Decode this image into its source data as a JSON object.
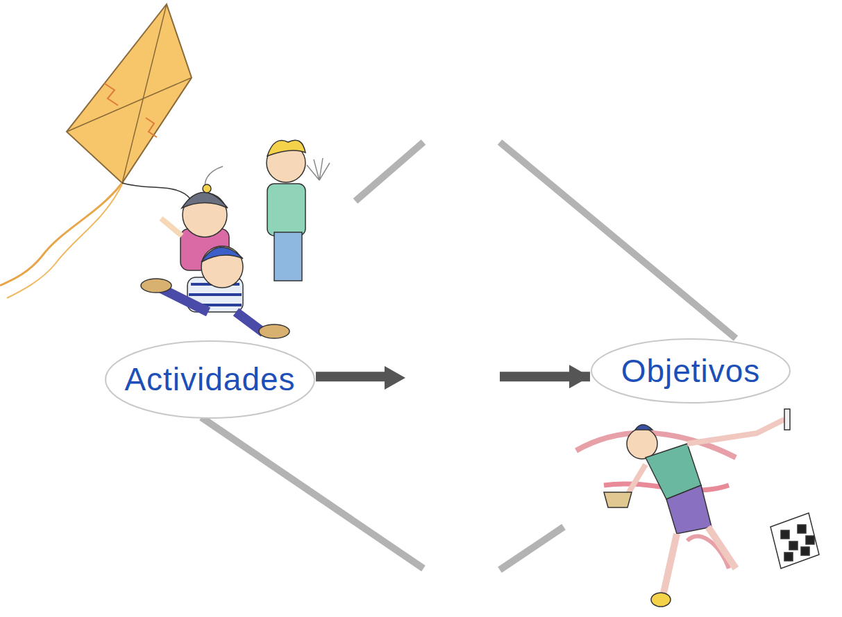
{
  "diagram": {
    "nodes": [
      {
        "text": [
          "Actividades"
        ]
      },
      {
        "text": [
          "Objetivos"
        ]
      }
    ],
    "edges": [
      {
        "from": 0,
        "to": 1,
        "arrow": "to"
      }
    ]
  }
}
